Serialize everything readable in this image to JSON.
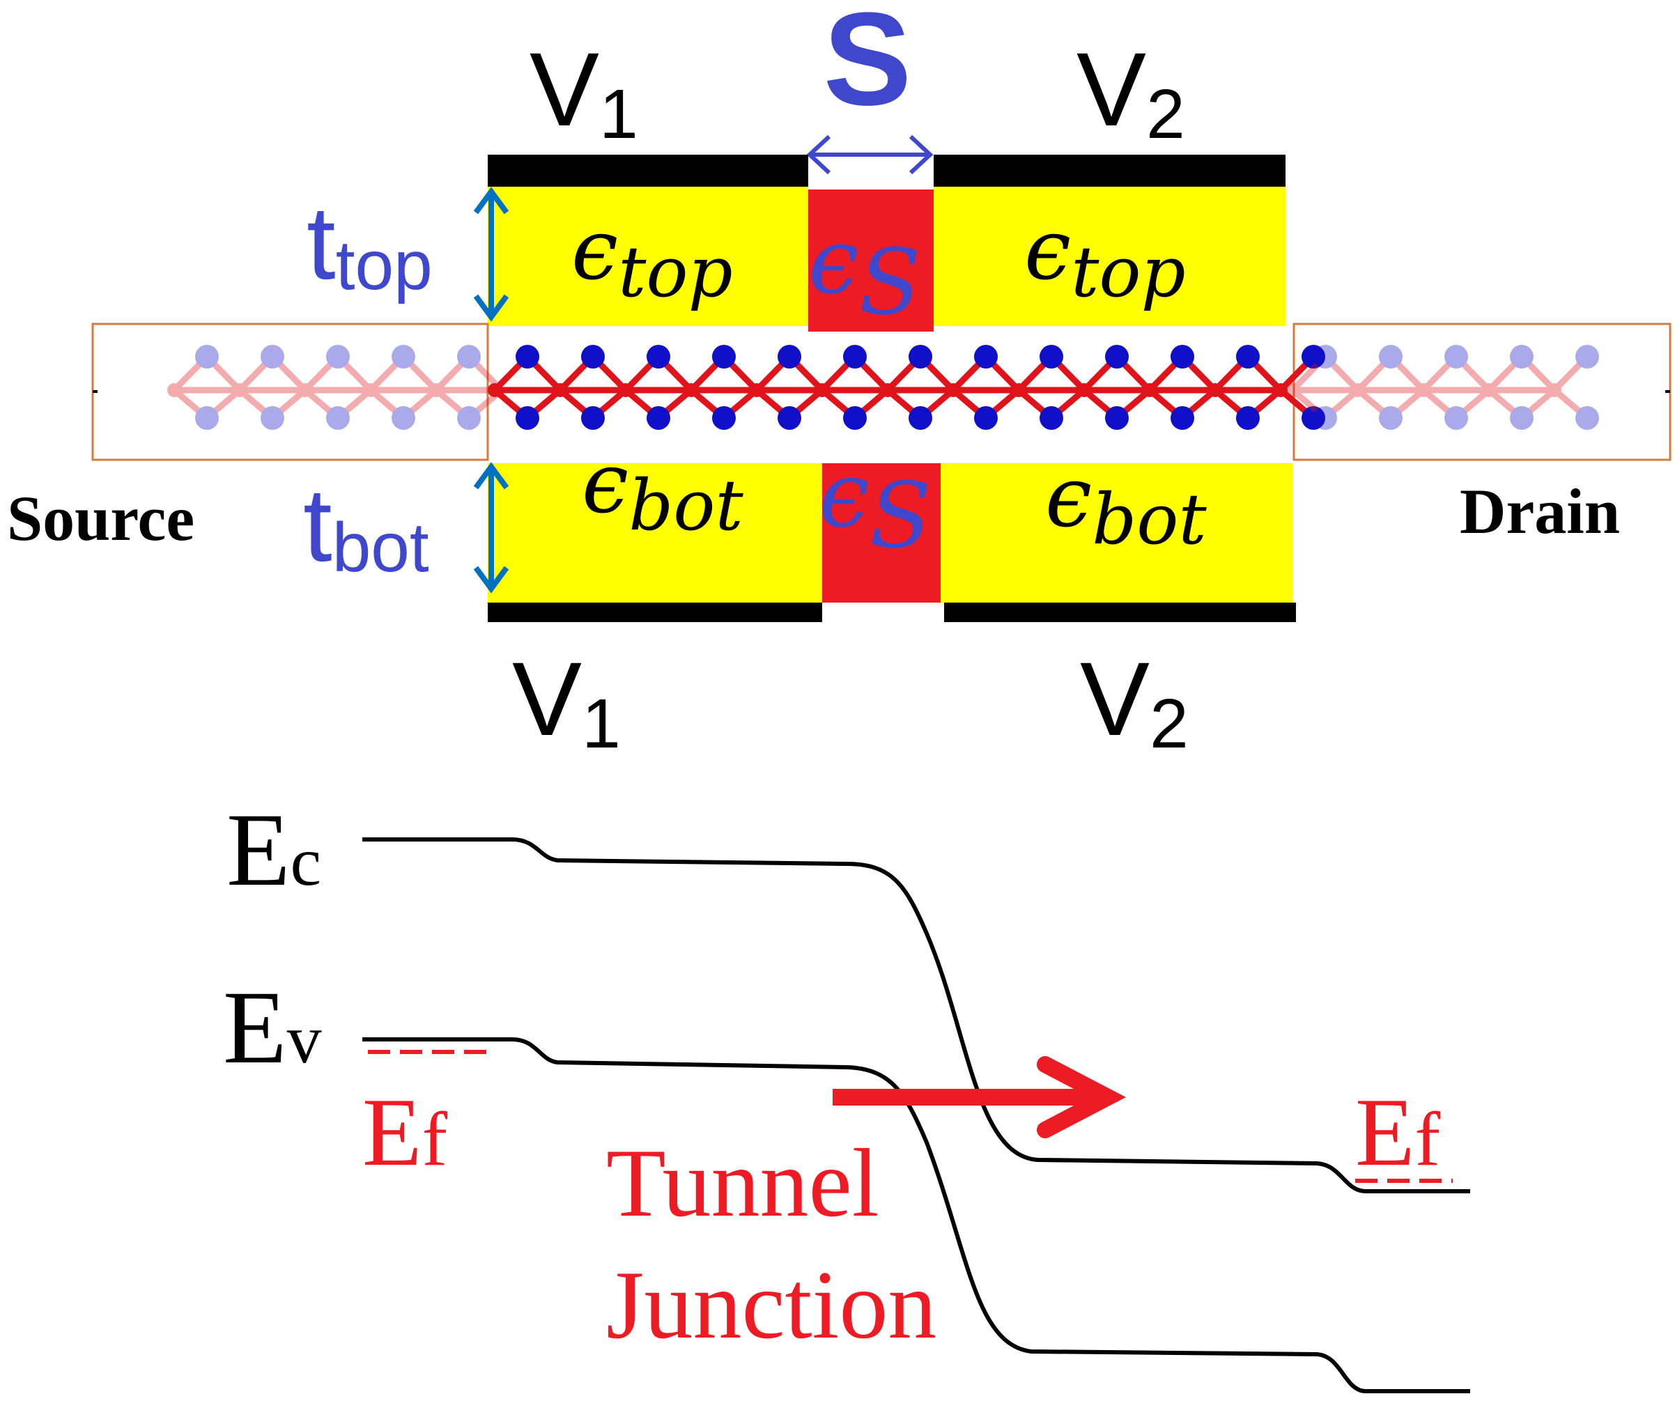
{
  "device": {
    "gate_voltage_1": "V",
    "gate_voltage_1_sub": "1",
    "gate_voltage_2": "V",
    "gate_voltage_2_sub": "2",
    "spacer_label": "S",
    "t_top_main": "t",
    "t_top_sub": "top",
    "t_bot_main": "t",
    "t_bot_sub": "bot",
    "epsilon_symbol": "ϵ",
    "eps_top_sub": "top",
    "eps_bot_sub": "bot",
    "eps_spacer_sub": "S",
    "source_label": "Source",
    "drain_label": "Drain",
    "colors": {
      "dielectric": "#ffff00",
      "spacer": "#ed1c24",
      "gate_metal": "#000000",
      "dimension_arrow": "#0070c0",
      "label_blue": "#3f48cc",
      "atom_red": "#e0121a",
      "atom_blue": "#1010c8"
    }
  },
  "band_diagram": {
    "ec_main": "E",
    "ec_sub": "c",
    "ev_main": "E",
    "ev_sub": "v",
    "ef_source_main": "E",
    "ef_source_sub": "f",
    "ef_drain_main": "E",
    "ef_drain_sub": "f",
    "tunnel_line1": "Tunnel",
    "tunnel_line2": "Junction",
    "colors": {
      "band": "#000000",
      "fermi": "#ed1c24",
      "annotation": "#ed1c24"
    }
  }
}
